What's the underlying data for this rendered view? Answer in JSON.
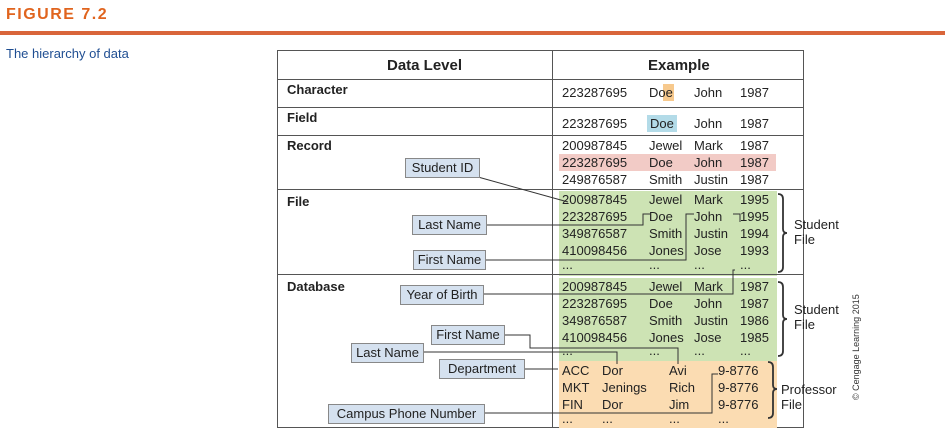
{
  "figure": {
    "label": "FIGURE 7.2",
    "caption": "The hierarchy of data"
  },
  "table": {
    "col_level": "Data Level",
    "col_example": "Example",
    "levels": {
      "character": "Character",
      "field": "Field",
      "record": "Record",
      "file": "File",
      "database": "Database"
    }
  },
  "character_row": {
    "id": "223287695",
    "last_prefix": "Do",
    "last_highlight": "e",
    "first": "John",
    "year": "1987"
  },
  "field_row": {
    "id": "223287695",
    "last": "Doe",
    "first": "John",
    "year": "1987"
  },
  "record_rows": [
    {
      "id": "200987845",
      "last": "Jewel",
      "first": "Mark",
      "year": "1987"
    },
    {
      "id": "223287695",
      "last": "Doe",
      "first": "John",
      "year": "1987"
    },
    {
      "id": "249876587",
      "last": "Smith",
      "first": "Justin",
      "year": "1987"
    }
  ],
  "file_rows": [
    {
      "id": "200987845",
      "last": "Jewel",
      "first": "Mark",
      "year": "1995"
    },
    {
      "id": "223287695",
      "last": "Doe",
      "first": "John",
      "year": "1995"
    },
    {
      "id": "349876587",
      "last": "Smith",
      "first": "Justin",
      "year": "1994"
    },
    {
      "id": "410098456",
      "last": "Jones",
      "first": "Jose",
      "year": "1993"
    },
    {
      "id": "...",
      "last": "...",
      "first": "...",
      "year": "..."
    }
  ],
  "db_student_rows": [
    {
      "id": "200987845",
      "last": "Jewel",
      "first": "Mark",
      "year": "1987"
    },
    {
      "id": "223287695",
      "last": "Doe",
      "first": "John",
      "year": "1987"
    },
    {
      "id": "349876587",
      "last": "Smith",
      "first": "Justin",
      "year": "1986"
    },
    {
      "id": "410098456",
      "last": "Jones",
      "first": "Jose",
      "year": "1985"
    },
    {
      "id": "...",
      "last": "...",
      "first": "...",
      "year": "..."
    }
  ],
  "db_professor_rows": [
    {
      "dept": "ACC",
      "last": "Dor",
      "first": "Avi",
      "phone": "9-8776"
    },
    {
      "dept": "MKT",
      "last": "Jenings",
      "first": "Rich",
      "phone": "9-8776"
    },
    {
      "dept": "FIN",
      "last": "Dor",
      "first": "Jim",
      "phone": "9-8776"
    },
    {
      "dept": "...",
      "last": "...",
      "first": "...",
      "phone": "..."
    }
  ],
  "callouts": {
    "student_id": "Student ID",
    "last_name": "Last Name",
    "first_name": "First Name",
    "year_of_birth": "Year of Birth",
    "first_name_2": "First Name",
    "last_name_2": "Last Name",
    "department": "Department",
    "campus_phone": "Campus Phone Number"
  },
  "side_labels": {
    "student_file": [
      "Student",
      "File"
    ],
    "student_file_2": [
      "Student",
      "File"
    ],
    "professor_file": [
      "Professor",
      "File"
    ]
  },
  "colors": {
    "accent": "#e0641e",
    "caption": "#1f4e92",
    "green": "#cde3b4",
    "orange": "#fbdcb2",
    "record_highlight": "#f2cbc6",
    "field_highlight": "#b3dbe8",
    "char_highlight": "#f7c98d",
    "callout": "#d5e1ef"
  },
  "credit": "© Cengage Learning 2015"
}
